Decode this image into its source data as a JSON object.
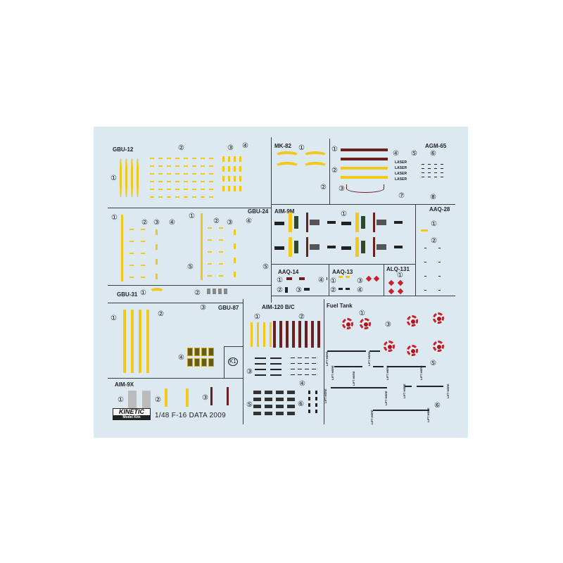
{
  "sections": {
    "gbu12": {
      "title": "GBU-12",
      "nums": [
        "①",
        "②",
        "③",
        "④"
      ]
    },
    "mk82": {
      "title": "MK-82",
      "nums": [
        "①",
        "②"
      ]
    },
    "agm65": {
      "title": "AGM-65",
      "nums": [
        "①",
        "②",
        "③",
        "④",
        "⑤",
        "⑥",
        "⑦",
        "⑧"
      ],
      "laser": "LASER"
    },
    "gbu24": {
      "title": "GBU-24",
      "nums": [
        "①",
        "②",
        "③",
        "④",
        "⑤",
        "①",
        "②",
        "③",
        "④",
        "⑤"
      ]
    },
    "gbu31": {
      "title": "GBU-31",
      "nums": [
        "①",
        "②"
      ]
    },
    "aim9m": {
      "title": "AIM-9M",
      "nums": [
        "①"
      ]
    },
    "aaq28": {
      "title": "AAQ-28",
      "nums": [
        "①",
        "②"
      ]
    },
    "aaq14": {
      "title": "AAQ-14",
      "nums": [
        "①",
        "②",
        "③",
        "④"
      ]
    },
    "aaq13": {
      "title": "AAQ-13",
      "nums": [
        "①",
        "②",
        "③",
        "④"
      ]
    },
    "alq131": {
      "title": "ALQ-131",
      "nums": [
        "①"
      ]
    },
    "gbu87": {
      "title": "GBU-87",
      "nums": [
        "①",
        "②",
        "③",
        "④"
      ],
      "k": "K1"
    },
    "aim120": {
      "title": "AIM-120 B/C",
      "nums": [
        "①",
        "②",
        "③",
        "④",
        "⑤",
        "⑥"
      ]
    },
    "fueltank": {
      "title": "Fuel Tank",
      "nums": [
        "①",
        "③",
        "⑤",
        "⑥"
      ],
      "lift": "LIFT HERE"
    },
    "aim9x": {
      "title": "AIM-9X",
      "nums": [
        "①",
        "②",
        "③"
      ]
    }
  },
  "logo": {
    "brand": "KINETIC",
    "sub": "Model Kits"
  },
  "footer": "1/48  F-16  DATA 2009",
  "colors": {
    "sheet": "#dce9f1",
    "yellow": "#f2c81a",
    "brown": "#6b1f1f",
    "red": "#c8202c"
  }
}
